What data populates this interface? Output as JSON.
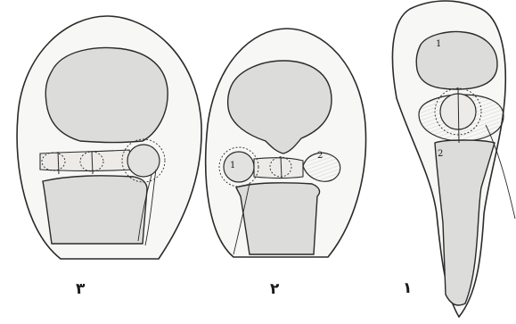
{
  "figure": {
    "panel_labels": [
      "٣",
      "٢",
      "١"
    ],
    "panel_2_markers": [
      "1",
      "2"
    ],
    "panel_1_markers": [
      "1",
      "2"
    ]
  },
  "colors": {
    "outline": "#2a2a2a",
    "outer_fill": "#f7f7f5",
    "bone_fill": "#dcdcda",
    "membrane_fill": "#ecebe8"
  }
}
